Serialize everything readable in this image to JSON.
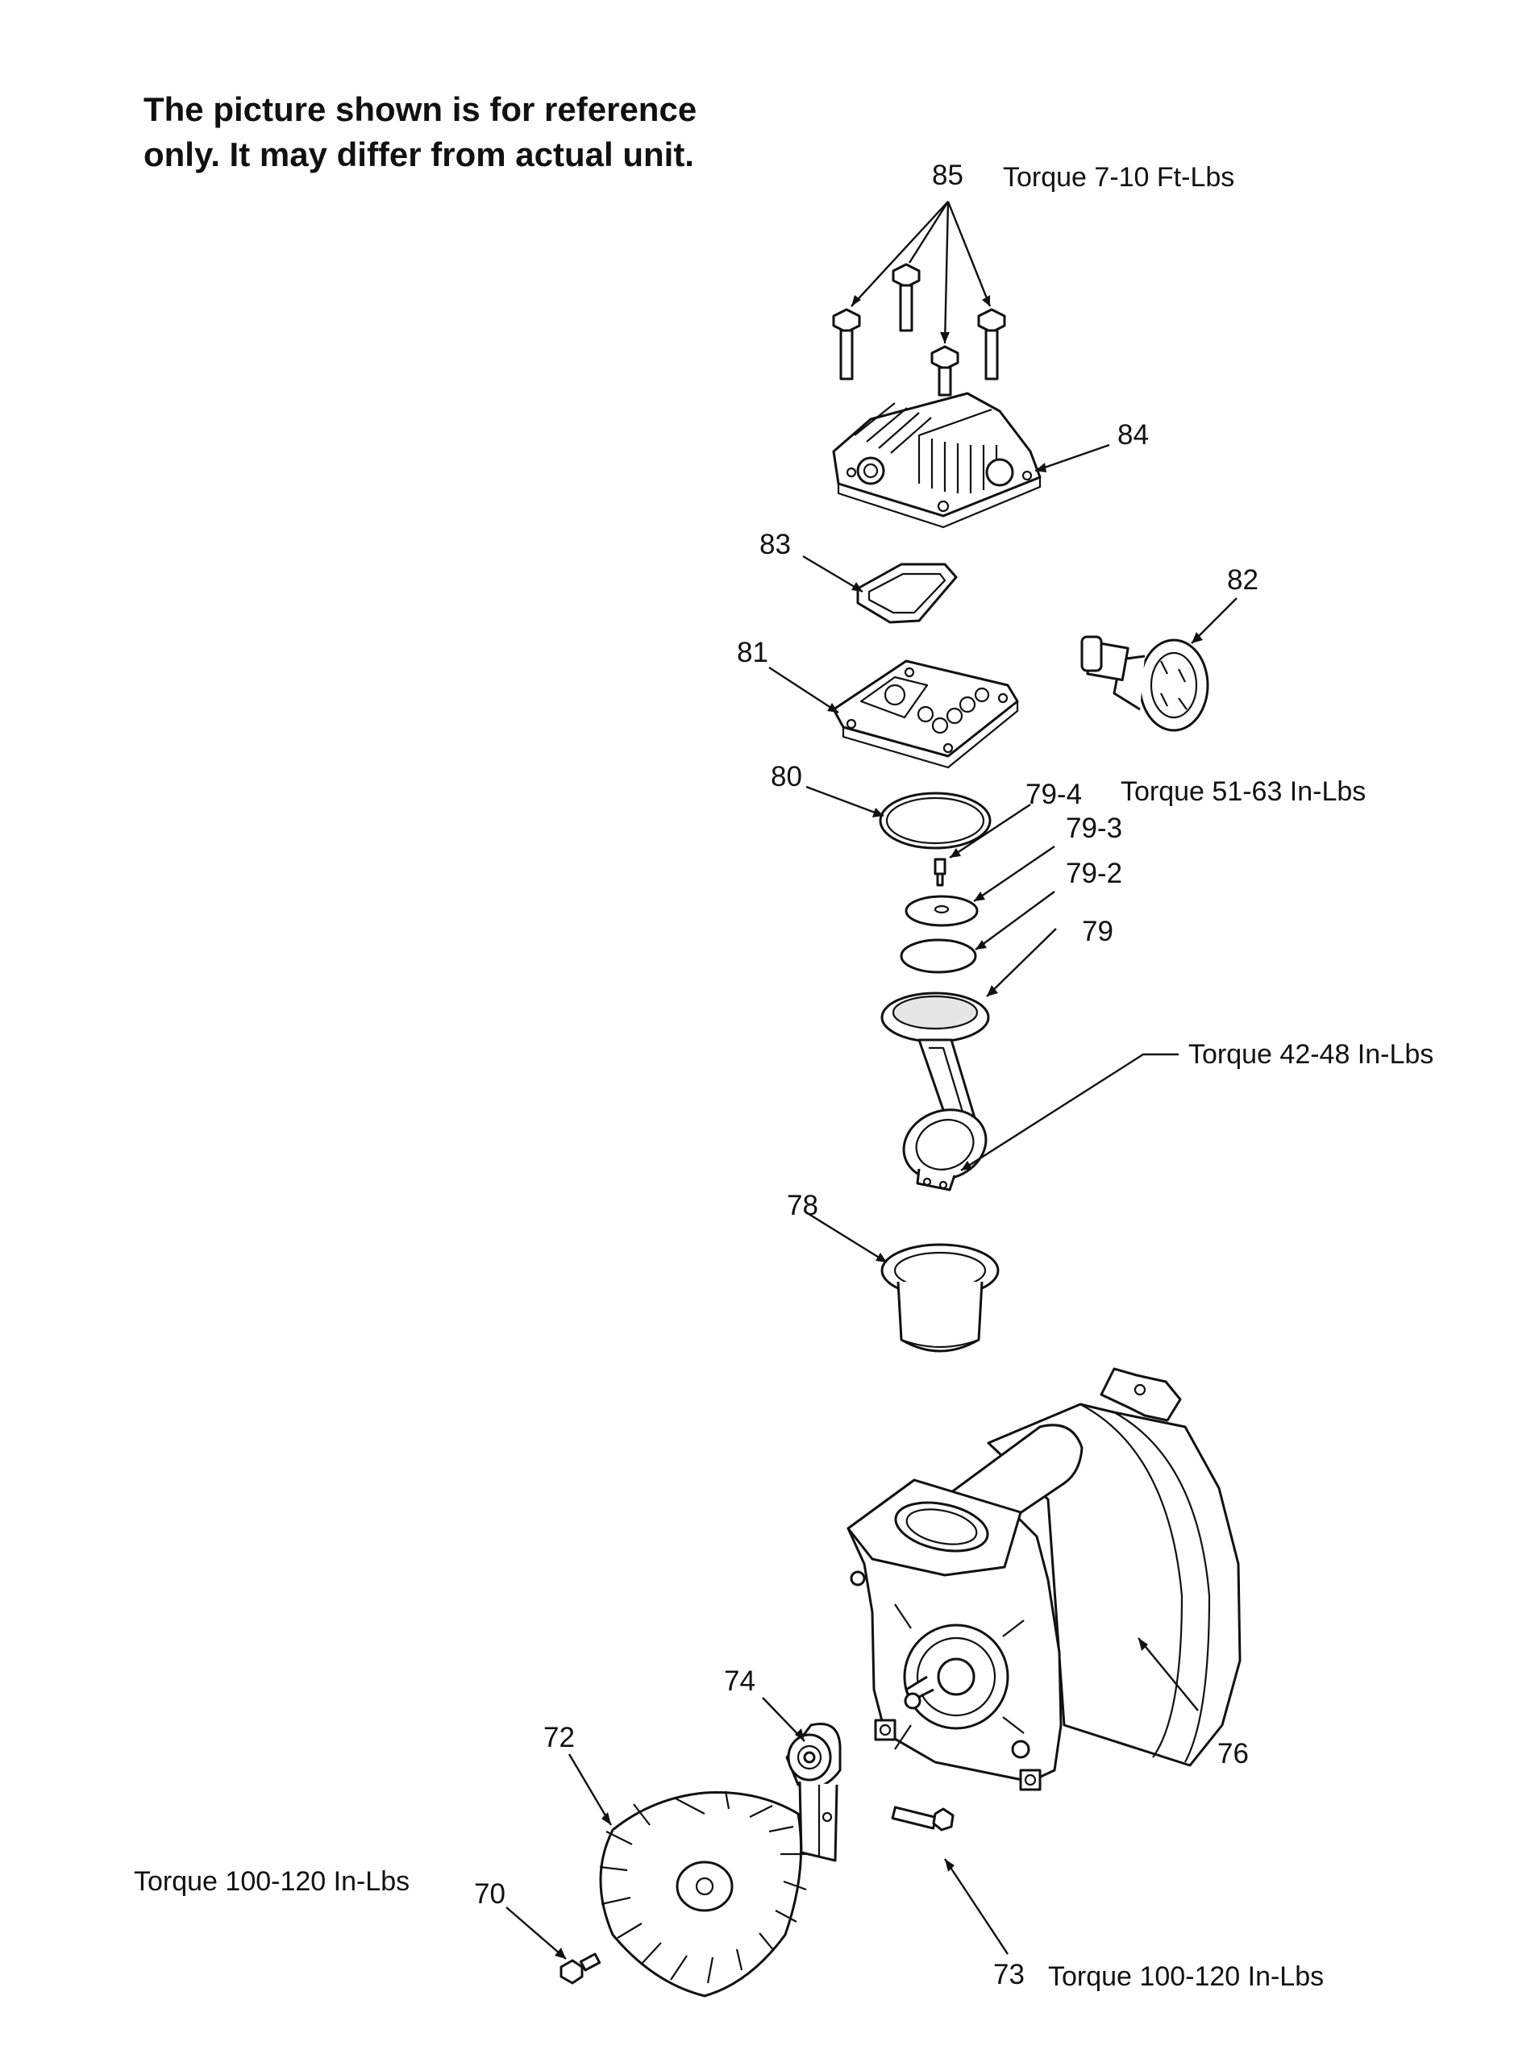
{
  "note": "The picture shown is for reference only. It may differ from actual unit.",
  "part_labels": {
    "p85": "85",
    "p84": "84",
    "p83": "83",
    "p82": "82",
    "p81": "81",
    "p80": "80",
    "p79_4": "79-4",
    "p79_3": "79-3",
    "p79_2": "79-2",
    "p79": "79",
    "p78": "78",
    "p76": "76",
    "p74": "74",
    "p72": "72",
    "p70": "70",
    "p73": "73"
  },
  "torque_labels": {
    "t85": "Torque 7-10 Ft-Lbs",
    "t79_4": "Torque 51-63 In-Lbs",
    "t79": "Torque 42-48 In-Lbs",
    "t70": "Torque 100-120 In-Lbs",
    "t73": "Torque 100-120 In-Lbs"
  }
}
